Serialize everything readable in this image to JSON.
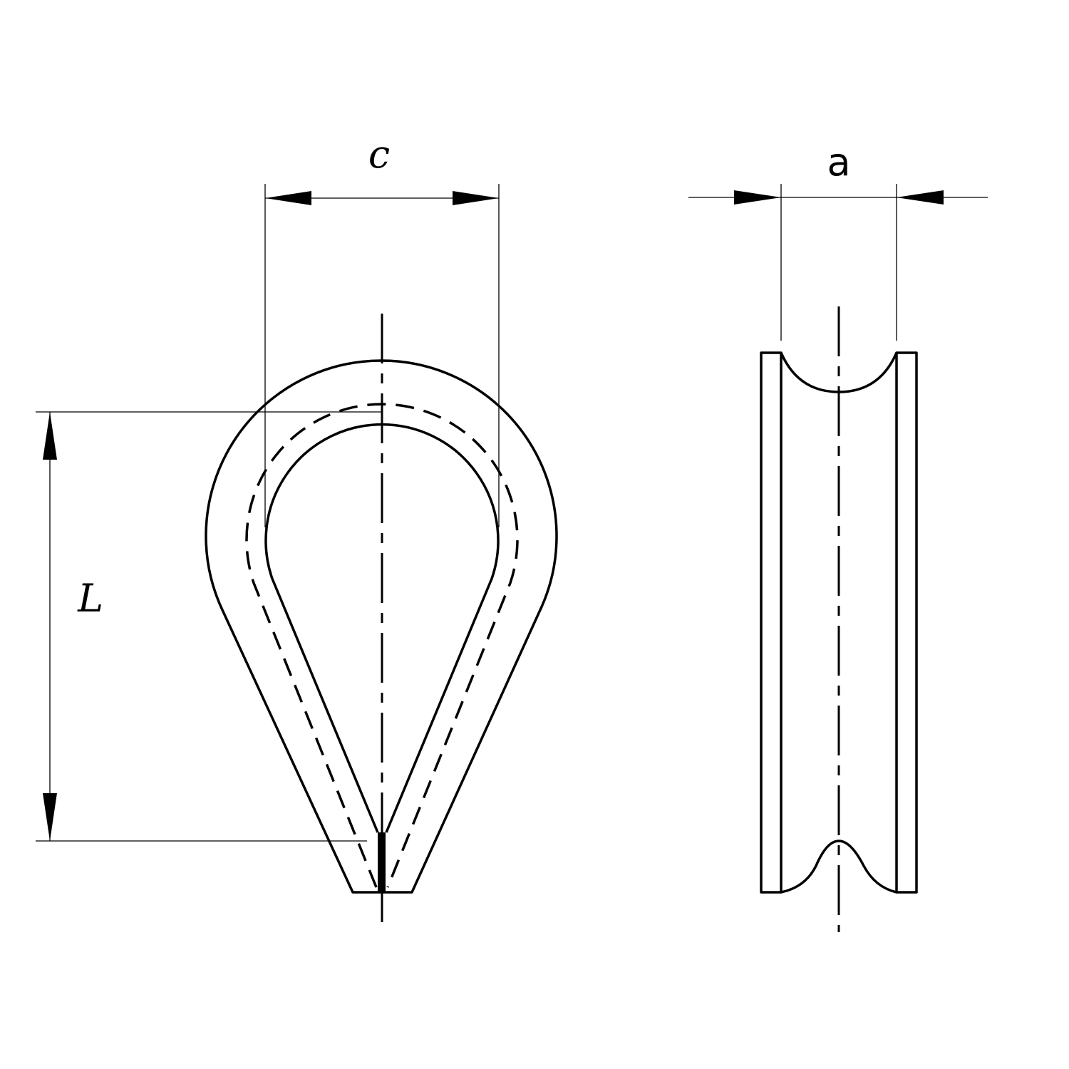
{
  "drawing": {
    "front_view": {
      "dimension_width_label": "c",
      "dimension_length_label": "L"
    },
    "side_view": {
      "dimension_width_label": "a"
    },
    "line_color": "#000000",
    "background_color": "#ffffff"
  }
}
